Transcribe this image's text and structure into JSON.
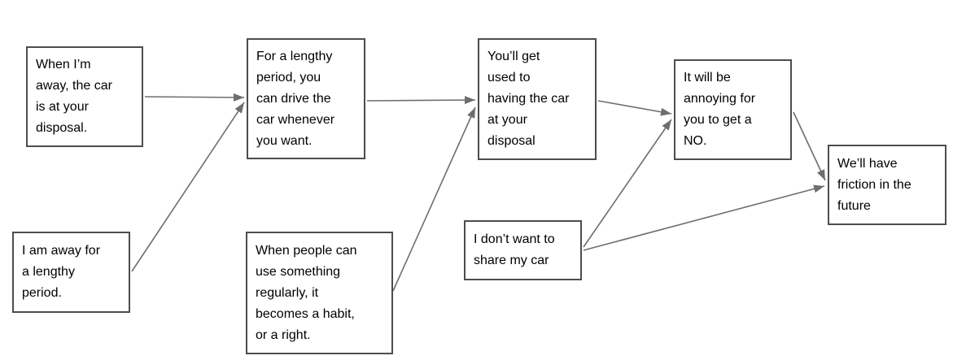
{
  "diagram": {
    "type": "causal-argument-map",
    "nodes": [
      {
        "id": "box-1",
        "text": "When I’m\naway, the car\nis at your\ndisposal."
      },
      {
        "id": "box-2",
        "text": "I am away for\na lengthy\nperiod."
      },
      {
        "id": "box-3",
        "text": "For a lengthy\nperiod, you\ncan drive the\ncar whenever\nyou want."
      },
      {
        "id": "box-4",
        "text": "When people can\nuse something\nregularly, it\nbecomes a habit,\nor a right."
      },
      {
        "id": "box-5",
        "text": "You’ll get\nused to\nhaving the car\nat your\ndisposal"
      },
      {
        "id": "box-6",
        "text": "I don’t want to\nshare my car"
      },
      {
        "id": "box-7",
        "text": "It will be\nannoying for\nyou to get a\nNO."
      },
      {
        "id": "box-8",
        "text": "We’ll have\nfriction in the\nfuture"
      }
    ],
    "edges": [
      {
        "from": "box-1",
        "to": "box-3"
      },
      {
        "from": "box-2",
        "to": "box-3"
      },
      {
        "from": "box-3",
        "to": "box-5"
      },
      {
        "from": "box-4",
        "to": "box-5"
      },
      {
        "from": "box-5",
        "to": "box-7"
      },
      {
        "from": "box-6",
        "to": "box-7"
      },
      {
        "from": "box-6",
        "to": "box-8"
      },
      {
        "from": "box-7",
        "to": "box-8"
      }
    ]
  },
  "colors": {
    "background": "#ffffff",
    "box_fill": "#ffffff",
    "box_border": "#4d4d4d",
    "arrow": "#6e6e6e",
    "text": "#000000"
  }
}
